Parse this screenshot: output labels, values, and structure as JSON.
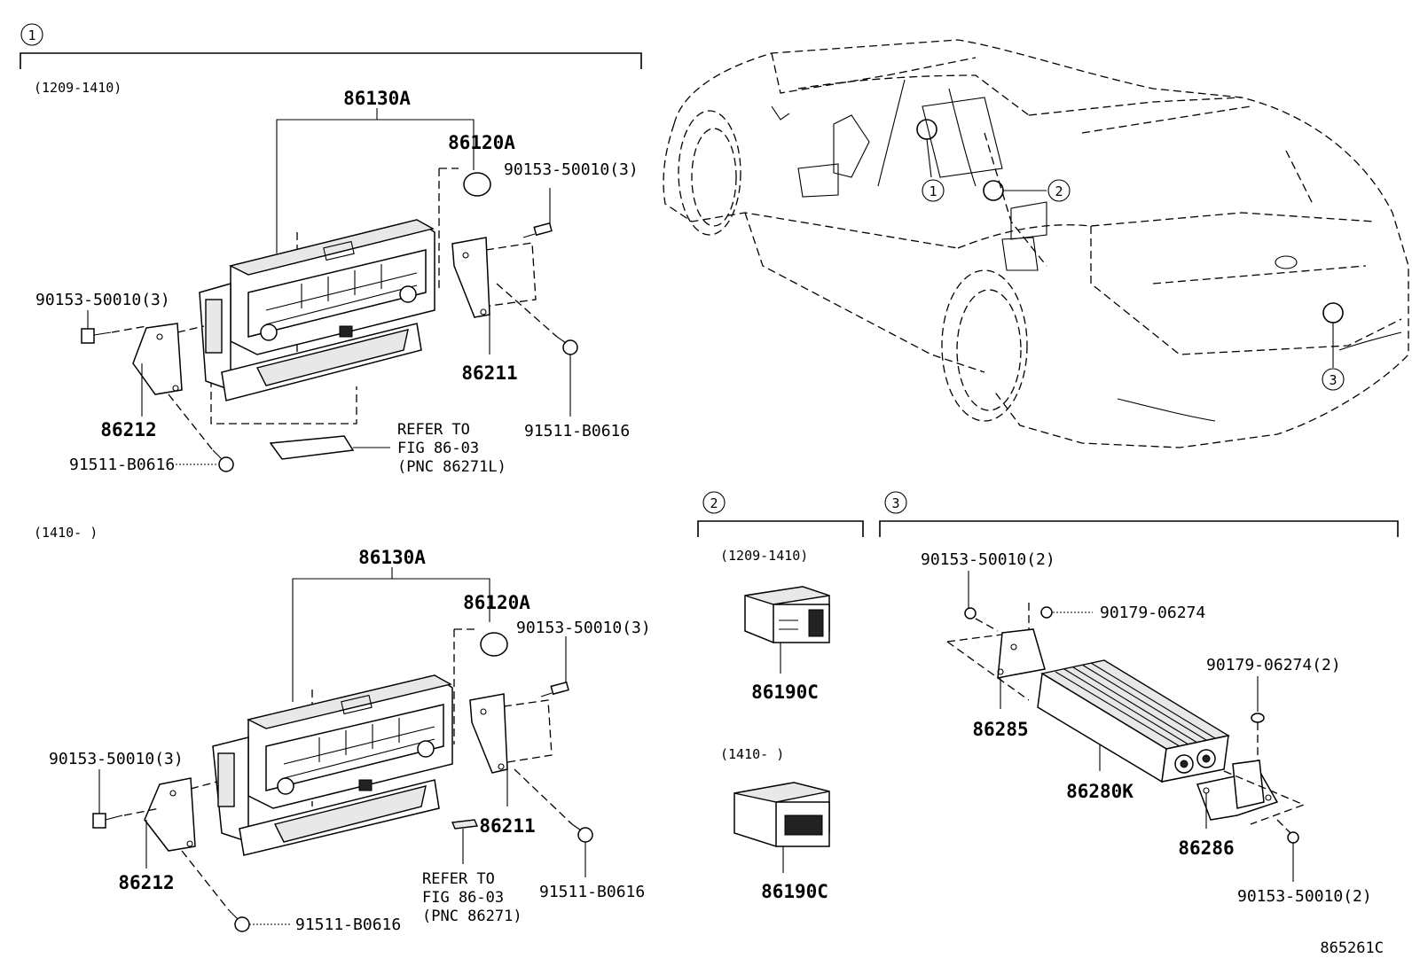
{
  "sections": {
    "s1": {
      "marker": "1",
      "top_range": "(1209-1410)",
      "bottom_range": "(1410-     )"
    },
    "s2": {
      "marker": "2",
      "top_range": "(1209-1410)",
      "bottom_range": "(1410-     )"
    },
    "s3": {
      "marker": "3"
    }
  },
  "top_group": {
    "assembly": "86130A",
    "knob": "86120A",
    "screw_right": "90153-50010(3)",
    "screw_left": "90153-50010(3)",
    "bracket_right": "86211",
    "bracket_left": "86212",
    "bolt_right": "91511-B0616",
    "bolt_left": "91511-B0616",
    "refer": [
      "REFER TO",
      "FIG 86-03",
      "(PNC 86271L)"
    ]
  },
  "bottom_group": {
    "assembly": "86130A",
    "knob": "86120A",
    "screw_right": "90153-50010(3)",
    "screw_left": "90153-50010(3)",
    "bracket_right": "86211",
    "bracket_left": "86212",
    "bolt_right": "91511-B0616",
    "bolt_left": "91511-B0616",
    "refer": [
      "REFER TO",
      "FIG 86-03",
      "(PNC 86271)"
    ]
  },
  "switch_group": {
    "switch_top": "86190C",
    "switch_bottom": "86190C"
  },
  "amp_group": {
    "screw_top": "90153-50010(2)",
    "nut_top": "90179-06274",
    "nut_right": "90179-06274(2)",
    "bracket_left": "86285",
    "amplifier": "86280K",
    "bracket_right": "86286",
    "screw_bottom": "90153-50010(2)"
  },
  "car_callouts": [
    "1",
    "2",
    "3"
  ],
  "figure_id": "865261C"
}
